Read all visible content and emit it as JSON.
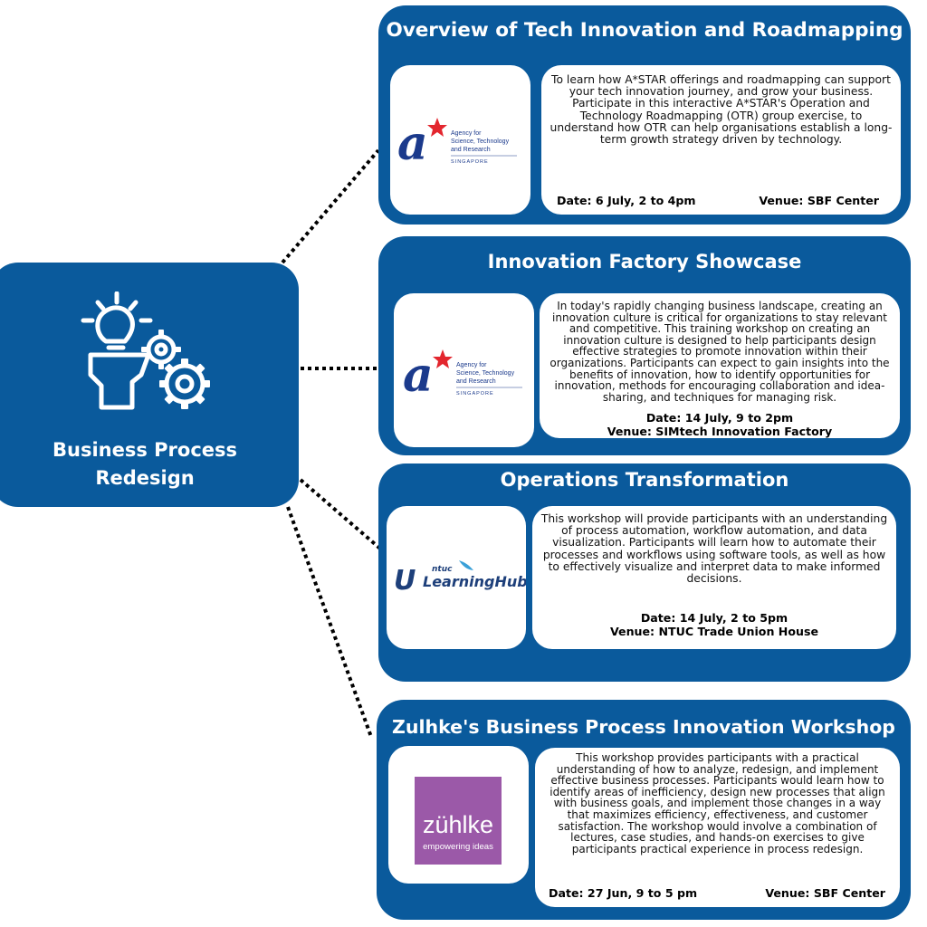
{
  "hub": {
    "title_line1": "Business Process",
    "title_line2": "Redesign",
    "icon": "lightbulb-head-gears-icon"
  },
  "logos": {
    "astar": {
      "line1": "Agency for",
      "line2": "Science, Technology",
      "line3": "and Research",
      "line4": "SINGAPORE",
      "mark": "a"
    },
    "ntuc": {
      "small": "ntuc",
      "main": "LearningHub",
      "mark": "U"
    },
    "zuhlke": {
      "name": "zühlke",
      "tagline": "empowering ideas",
      "color": "#9b59a8"
    }
  },
  "cards": [
    {
      "title": "Overview of Tech Innovation and Roadmapping",
      "description": "To learn how A*STAR offerings and roadmapping can support your tech innovation journey, and grow your business. Participate in this interactive A*STAR's Operation and Technology Roadmapping (OTR) group exercise, to understand how OTR can help organisations establish a long-term growth strategy driven by technology.",
      "date": "Date: 6 July, 2 to 4pm",
      "venue": "Venue: SBF Center"
    },
    {
      "title": "Innovation Factory Showcase",
      "description": "In today's rapidly changing business landscape, creating an innovation culture is critical for organizations to stay relevant and competitive. This training workshop on creating an innovation culture is designed to help participants design effective strategies to promote innovation within their organizations. Participants can expect to gain insights into the benefits of innovation, how to identify opportunities for innovation, methods for encouraging collaboration and idea-sharing, and techniques for managing risk.",
      "date": "Date: 14 July, 9 to 2pm",
      "venue": "Venue: SIMtech Innovation Factory"
    },
    {
      "title": "Operations Transformation",
      "description": "This workshop will provide participants with an understanding of process automation, workflow automation, and data visualization. Participants will learn how to automate their processes and workflows using software tools, as well as how to effectively visualize and interpret data to make informed decisions.",
      "date": "Date: 14 July, 2 to 5pm",
      "venue": "Venue: NTUC Trade Union House"
    },
    {
      "title": "Zulhke's Business Process Innovation Workshop",
      "description": "This workshop provides participants with a practical understanding of how to analyze, redesign, and implement effective business processes. Participants would learn how to identify areas of inefficiency, design new processes that align with business goals, and implement those changes in a way that maximizes efficiency, effectiveness, and customer satisfaction. The workshop would involve a combination of lectures, case studies, and hands-on exercises to give participants practical experience in process redesign.",
      "date": "Date: 27 Jun, 9 to 5 pm",
      "venue": "Venue: SBF Center"
    }
  ],
  "colors": {
    "brand_blue": "#0a5a9c",
    "astar_red": "#e3262e",
    "astar_blue": "#1b3a8c",
    "ntuc_blue": "#1d3f7a",
    "ntuc_light": "#3aa0d8"
  }
}
